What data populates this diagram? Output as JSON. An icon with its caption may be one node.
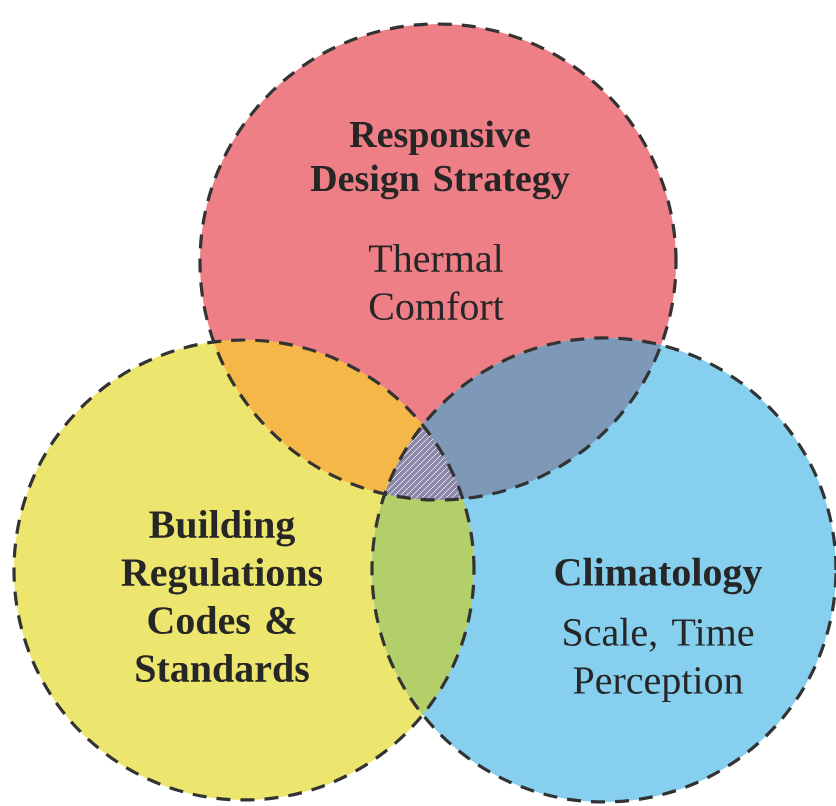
{
  "diagram": {
    "nodes": [
      {
        "text": [
          "Responsive Design Strategy",
          "Thermal Comfort"
        ]
      },
      {
        "text": [
          "Building Regulations Codes & Standards"
        ]
      },
      {
        "text": [
          "Climatology",
          "Scale, Time Perception"
        ]
      }
    ]
  }
}
